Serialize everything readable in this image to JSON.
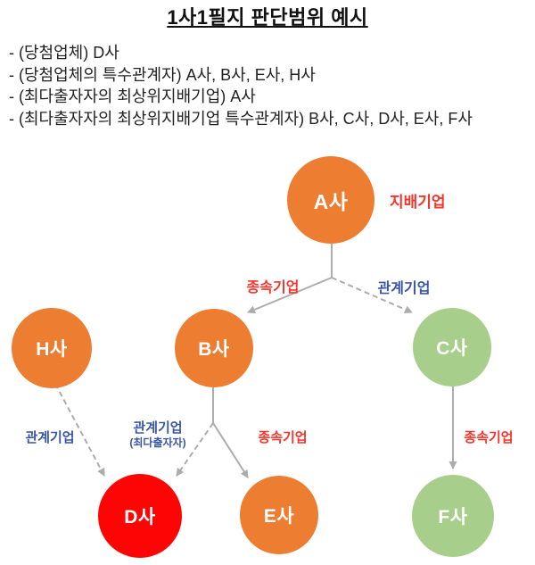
{
  "title": "1사1필지 판단범위 예시",
  "bullets": [
    "- (당첨업체) D사",
    "- (당첨업체의 특수관계자) A사, B사, E사, H사",
    "- (최다출자자의 최상위지배기업) A사",
    "- (최다출자자의 최상위지배기업 특수관계자) B사, C사, D사, E사, F사"
  ],
  "colors": {
    "node_orange": "#ED7D31",
    "node_green": "#A7CF8B",
    "node_red": "#FE0505",
    "label_red": "#F5342B",
    "label_blue": "#3A57A7",
    "arrow_gray": "#ACACAC"
  },
  "diagram": {
    "nodes": {
      "a": "A사",
      "b": "B사",
      "c": "C사",
      "d": "D사",
      "e": "E사",
      "f": "F사",
      "h": "H사"
    },
    "labels": {
      "parent": "지배기업",
      "a_b": "종속기업",
      "a_c": "관계기업",
      "h_d": "관계기업",
      "b_d": "관계기업",
      "b_d_sub": "(최다출자자)",
      "b_e": "종속기업",
      "c_f": "종속기업"
    }
  }
}
